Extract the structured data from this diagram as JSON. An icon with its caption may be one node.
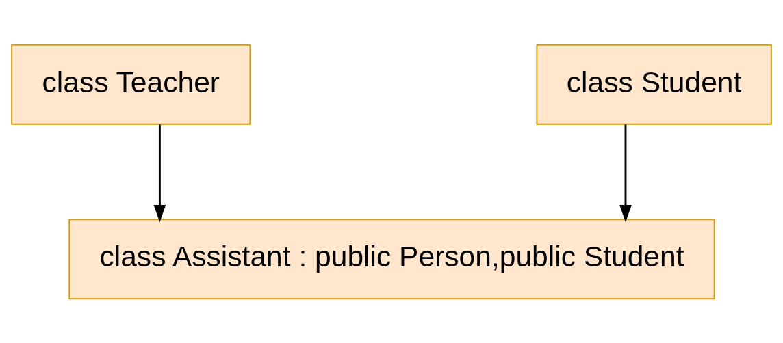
{
  "diagram": {
    "nodes": [
      {
        "text": [
          "class Teacher"
        ]
      },
      {
        "text": [
          "class Student"
        ]
      },
      {
        "text": [
          "class Assistant : public Person,public Student"
        ]
      }
    ],
    "edges": [
      {
        "from": 0,
        "to": 2,
        "arrow": "to"
      },
      {
        "from": 1,
        "to": 2,
        "arrow": "to"
      }
    ]
  }
}
